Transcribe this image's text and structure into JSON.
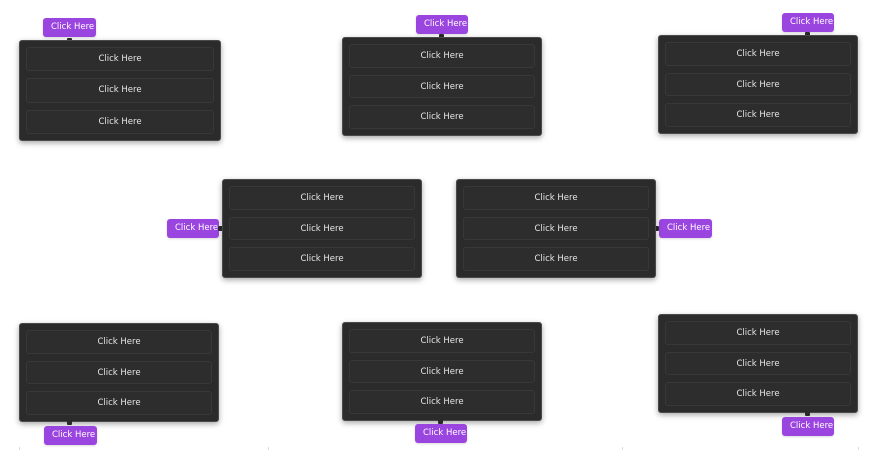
{
  "button_color": "#9b45e0",
  "menu_background": "#2b2b2b",
  "examples": [
    {
      "position": "top-left",
      "trigger_label": "Click Here",
      "items": [
        "Click Here",
        "Click Here",
        "Click Here"
      ]
    },
    {
      "position": "top-center",
      "trigger_label": "Click Here",
      "items": [
        "Click Here",
        "Click Here",
        "Click Here"
      ]
    },
    {
      "position": "top-right",
      "trigger_label": "Click Here",
      "items": [
        "Click Here",
        "Click Here",
        "Click Here"
      ]
    },
    {
      "position": "left",
      "trigger_label": "Click Here",
      "items": [
        "Click Here",
        "Click Here",
        "Click Here"
      ]
    },
    {
      "position": "right",
      "trigger_label": "Click Here",
      "items": [
        "Click Here",
        "Click Here",
        "Click Here"
      ]
    },
    {
      "position": "bottom-left",
      "trigger_label": "Click Here",
      "items": [
        "Click Here",
        "Click Here",
        "Click Here"
      ]
    },
    {
      "position": "bottom-center",
      "trigger_label": "Click Here",
      "items": [
        "Click Here",
        "Click Here",
        "Click Here"
      ]
    },
    {
      "position": "bottom-right",
      "trigger_label": "Click Here",
      "items": [
        "Click Here",
        "Click Here",
        "Click Here"
      ]
    }
  ]
}
